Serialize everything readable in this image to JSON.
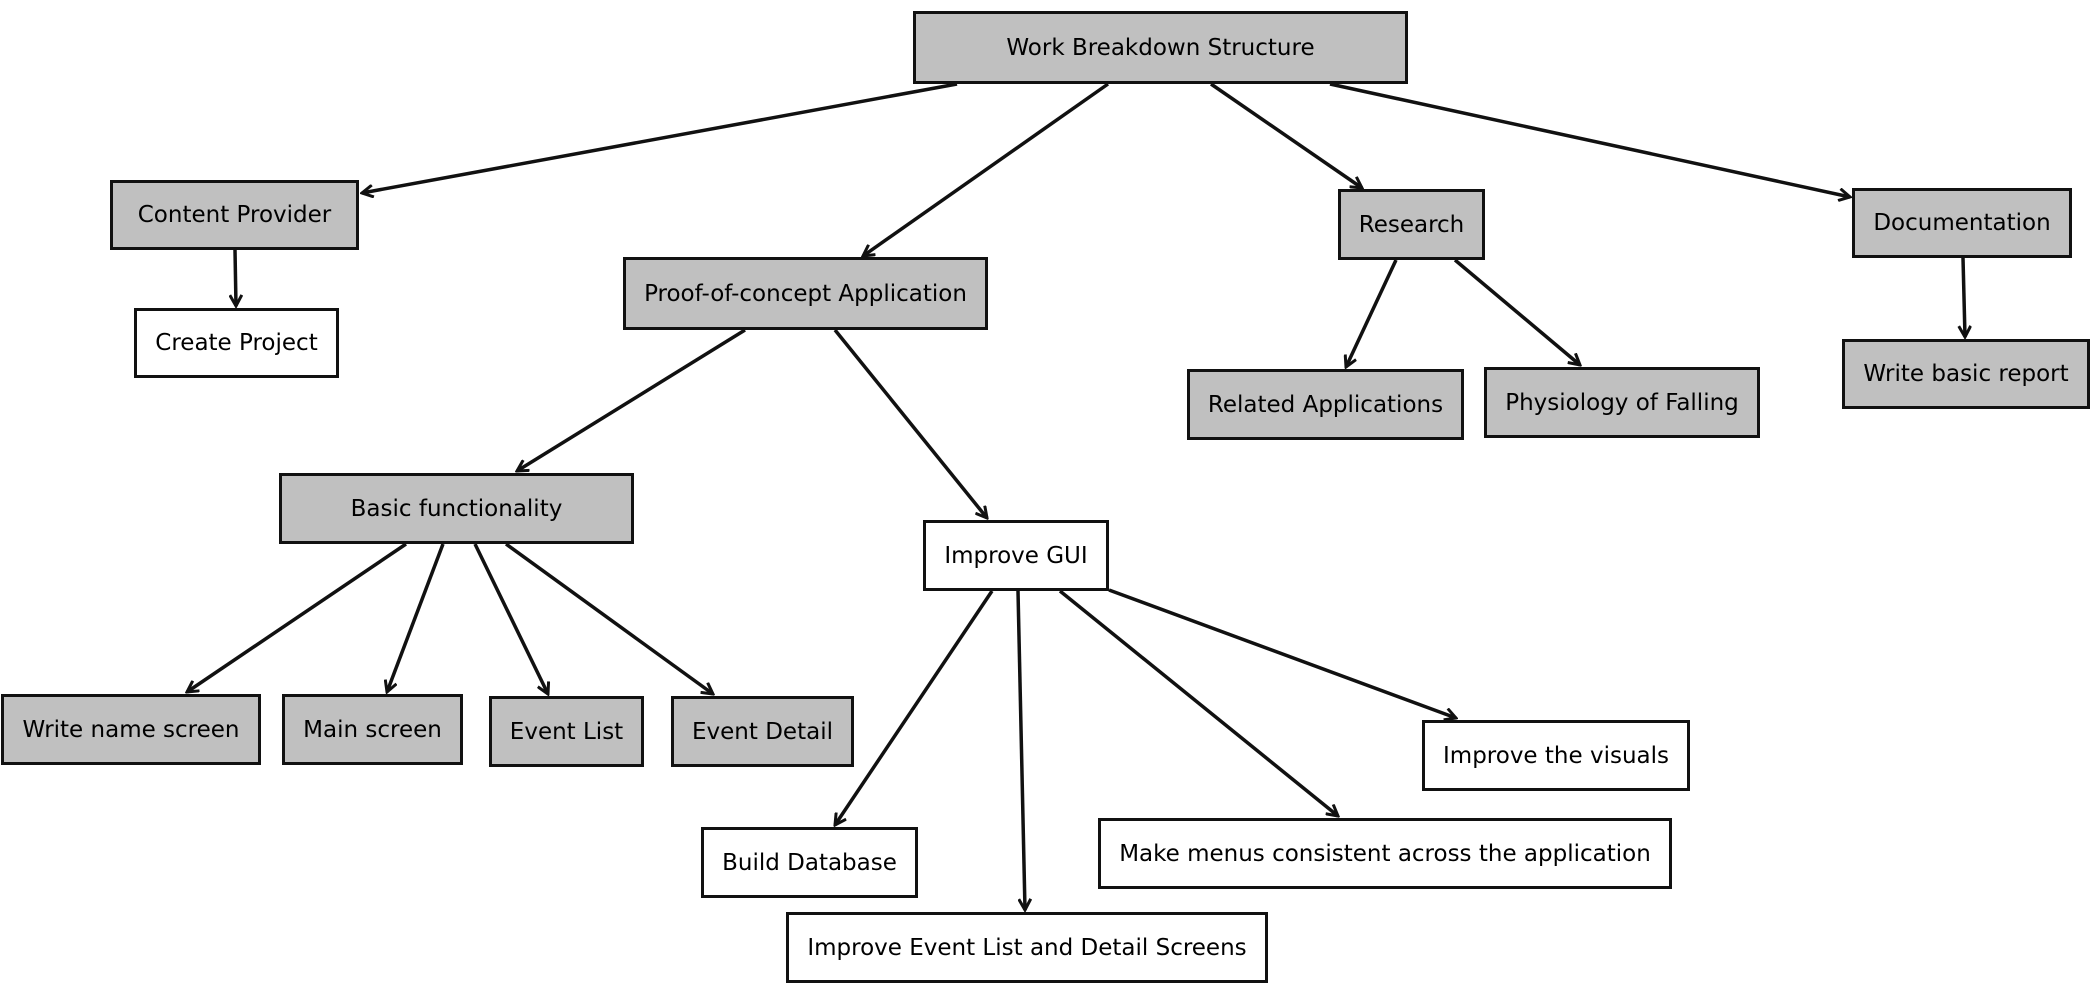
{
  "diagram": {
    "nodes": {
      "root": "Work Breakdown Structure",
      "content_provider": "Content Provider",
      "create_project": "Create Project",
      "poc_application": "Proof-of-concept Application",
      "research": "Research",
      "documentation": "Documentation",
      "related_applications": "Related Applications",
      "physiology_of_falling": "Physiology of Falling",
      "write_basic_report": "Write basic report",
      "basic_functionality": "Basic functionality",
      "improve_gui": "Improve GUI",
      "write_name_screen": "Write name screen",
      "main_screen": "Main screen",
      "event_list": "Event List",
      "event_detail": "Event Detail",
      "improve_visuals": "Improve the visuals",
      "make_menus_consistent": "Make menus consistent across the application",
      "build_database": "Build Database",
      "improve_event_list_detail": "Improve Event List and Detail Screens"
    },
    "colors": {
      "filled_node": "#c0c0c0",
      "plain_node": "#ffffff",
      "stroke": "#111111"
    }
  }
}
